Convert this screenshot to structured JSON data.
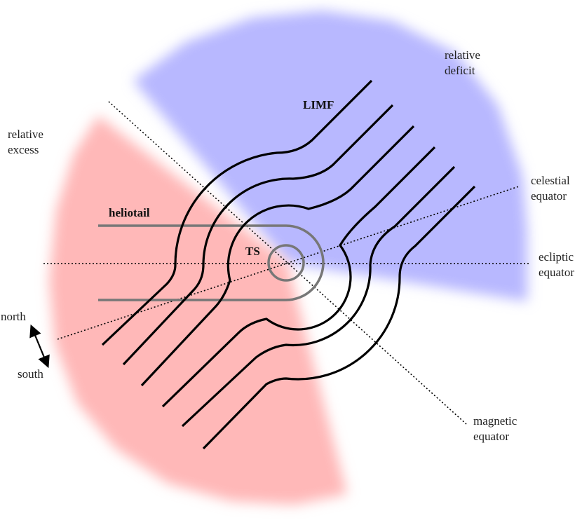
{
  "labels": {
    "relative_deficit": [
      "relative",
      "deficit"
    ],
    "relative_excess": [
      "relative",
      "excess"
    ],
    "celestial_equator": [
      "celestial",
      "equator"
    ],
    "ecliptic_equator": [
      "ecliptic",
      "equator"
    ],
    "magnetic_equator": [
      "magnetic",
      "equator"
    ],
    "north": "north",
    "south": "south",
    "limf": "LIMF",
    "heliotail": "heliotail",
    "ts": "TS"
  },
  "colors": {
    "deficit_region": "#b8b8ff",
    "excess_region": "#ffb8b8",
    "field_lines": "#000000",
    "heliotail": "#777777",
    "reference_lines": "#000000"
  }
}
